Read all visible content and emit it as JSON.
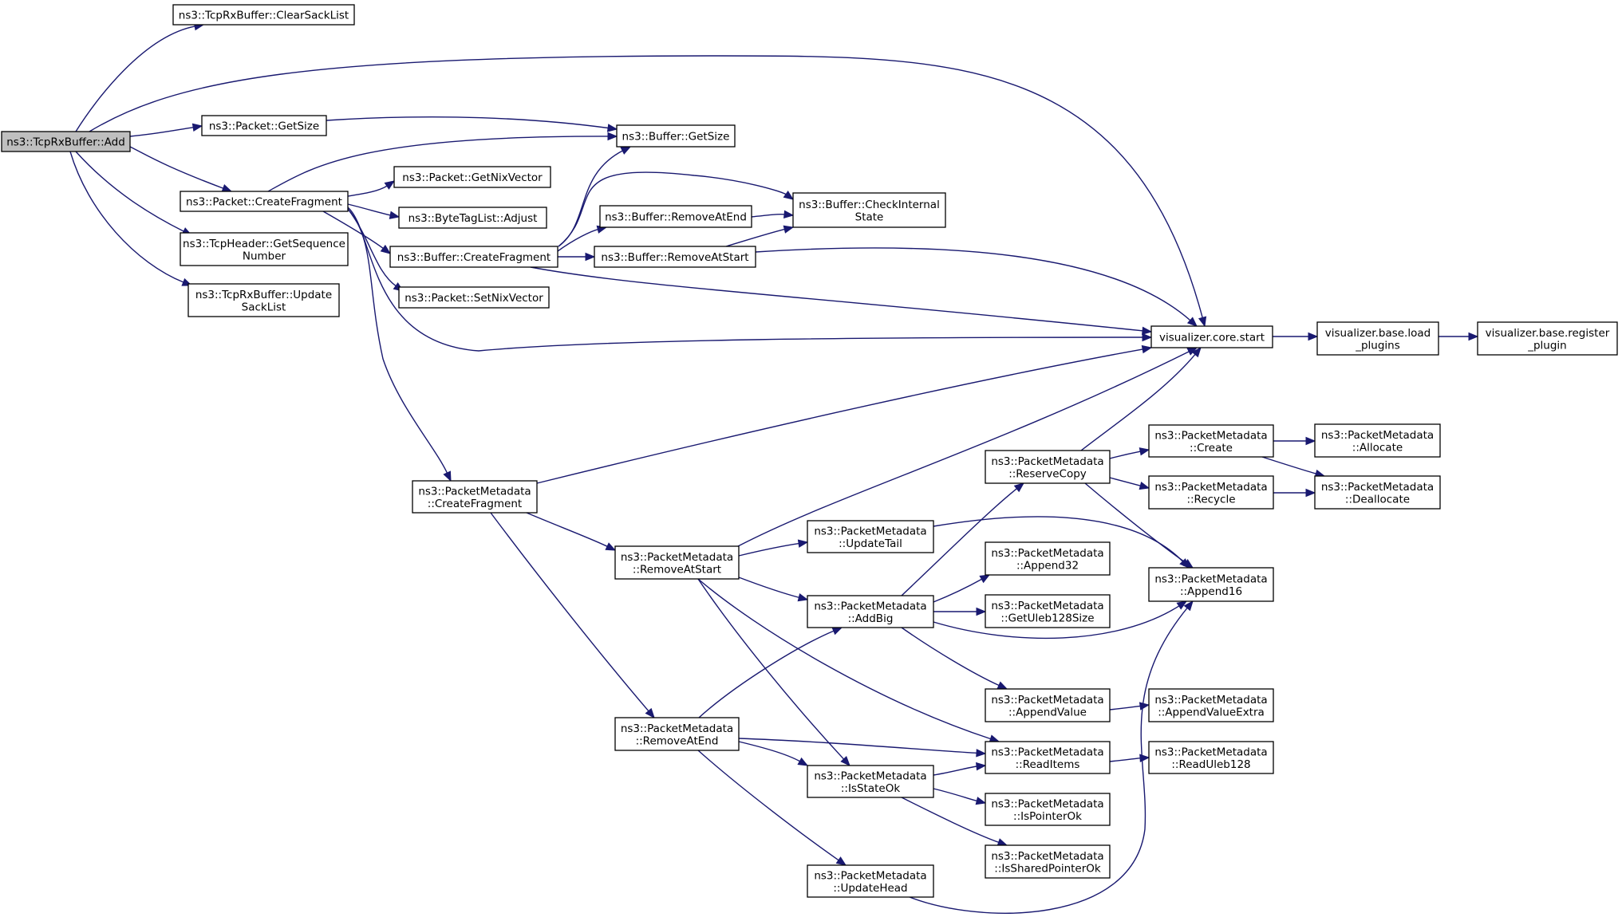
{
  "diagram": {
    "type": "call-graph",
    "edge_color": "#191970",
    "root_fill": "#bfbfbf",
    "nodes": [
      {
        "id": "add",
        "lines": [
          "ns3::TcpRxBuffer::Add"
        ],
        "root": true
      },
      {
        "id": "clearsack",
        "lines": [
          "ns3::TcpRxBuffer::ClearSackList"
        ]
      },
      {
        "id": "pkt_getsize",
        "lines": [
          "ns3::Packet::GetSize"
        ]
      },
      {
        "id": "buf_getsize",
        "lines": [
          "ns3::Buffer::GetSize"
        ]
      },
      {
        "id": "pkt_createfrag",
        "lines": [
          "ns3::Packet::CreateFragment"
        ]
      },
      {
        "id": "tcph_getseq",
        "lines": [
          "ns3::TcpHeader::GetSequence",
          "Number"
        ]
      },
      {
        "id": "updsack",
        "lines": [
          "ns3::TcpRxBuffer::Update",
          "SackList"
        ]
      },
      {
        "id": "getnix",
        "lines": [
          "ns3::Packet::GetNixVector"
        ]
      },
      {
        "id": "btl_adjust",
        "lines": [
          "ns3::ByteTagList::Adjust"
        ]
      },
      {
        "id": "buf_createfrag",
        "lines": [
          "ns3::Buffer::CreateFragment"
        ]
      },
      {
        "id": "setnix",
        "lines": [
          "ns3::Packet::SetNixVector"
        ]
      },
      {
        "id": "buf_removeatend",
        "lines": [
          "ns3::Buffer::RemoveAtEnd"
        ]
      },
      {
        "id": "buf_removeatstart",
        "lines": [
          "ns3::Buffer::RemoveAtStart"
        ]
      },
      {
        "id": "buf_checkinternal",
        "lines": [
          "ns3::Buffer::CheckInternal",
          "State"
        ]
      },
      {
        "id": "vis_core_start",
        "lines": [
          "visualizer.core.start"
        ]
      },
      {
        "id": "vis_load_plugins",
        "lines": [
          "visualizer.base.load",
          "_plugins"
        ]
      },
      {
        "id": "vis_register_plugin",
        "lines": [
          "visualizer.base.register",
          "_plugin"
        ]
      },
      {
        "id": "pm_createfrag",
        "lines": [
          "ns3::PacketMetadata",
          "::CreateFragment"
        ]
      },
      {
        "id": "pm_removeatstart",
        "lines": [
          "ns3::PacketMetadata",
          "::RemoveAtStart"
        ]
      },
      {
        "id": "pm_removeatend",
        "lines": [
          "ns3::PacketMetadata",
          "::RemoveAtEnd"
        ]
      },
      {
        "id": "pm_updatetail",
        "lines": [
          "ns3::PacketMetadata",
          "::UpdateTail"
        ]
      },
      {
        "id": "pm_addbig",
        "lines": [
          "ns3::PacketMetadata",
          "::AddBig"
        ]
      },
      {
        "id": "pm_isstateok",
        "lines": [
          "ns3::PacketMetadata",
          "::IsStateOk"
        ]
      },
      {
        "id": "pm_updatehead",
        "lines": [
          "ns3::PacketMetadata",
          "::UpdateHead"
        ]
      },
      {
        "id": "pm_reservecopy",
        "lines": [
          "ns3::PacketMetadata",
          "::ReserveCopy"
        ]
      },
      {
        "id": "pm_append32",
        "lines": [
          "ns3::PacketMetadata",
          "::Append32"
        ]
      },
      {
        "id": "pm_getuleb",
        "lines": [
          "ns3::PacketMetadata",
          "::GetUleb128Size"
        ]
      },
      {
        "id": "pm_appendvalue",
        "lines": [
          "ns3::PacketMetadata",
          "::AppendValue"
        ]
      },
      {
        "id": "pm_readitems",
        "lines": [
          "ns3::PacketMetadata",
          "::ReadItems"
        ]
      },
      {
        "id": "pm_ispointerok",
        "lines": [
          "ns3::PacketMetadata",
          "::IsPointerOk"
        ]
      },
      {
        "id": "pm_issharedptrok",
        "lines": [
          "ns3::PacketMetadata",
          "::IsSharedPointerOk"
        ]
      },
      {
        "id": "pm_create",
        "lines": [
          "ns3::PacketMetadata",
          "::Create"
        ]
      },
      {
        "id": "pm_recycle",
        "lines": [
          "ns3::PacketMetadata",
          "::Recycle"
        ]
      },
      {
        "id": "pm_append16",
        "lines": [
          "ns3::PacketMetadata",
          "::Append16"
        ]
      },
      {
        "id": "pm_allocate",
        "lines": [
          "ns3::PacketMetadata",
          "::Allocate"
        ]
      },
      {
        "id": "pm_deallocate",
        "lines": [
          "ns3::PacketMetadata",
          "::Deallocate"
        ]
      },
      {
        "id": "pm_appendvalueextra",
        "lines": [
          "ns3::PacketMetadata",
          "::AppendValueExtra"
        ]
      },
      {
        "id": "pm_readuleb",
        "lines": [
          "ns3::PacketMetadata",
          "::ReadUleb128"
        ]
      }
    ],
    "edges": [
      [
        "add",
        "clearsack"
      ],
      [
        "add",
        "vis_core_start"
      ],
      [
        "add",
        "pkt_getsize"
      ],
      [
        "add",
        "pkt_createfrag"
      ],
      [
        "add",
        "tcph_getseq"
      ],
      [
        "add",
        "updsack"
      ],
      [
        "pkt_getsize",
        "buf_getsize"
      ],
      [
        "pkt_createfrag",
        "buf_getsize"
      ],
      [
        "pkt_createfrag",
        "getnix"
      ],
      [
        "pkt_createfrag",
        "btl_adjust"
      ],
      [
        "pkt_createfrag",
        "buf_createfrag"
      ],
      [
        "pkt_createfrag",
        "setnix"
      ],
      [
        "pkt_createfrag",
        "vis_core_start"
      ],
      [
        "pkt_createfrag",
        "pm_createfrag"
      ],
      [
        "buf_createfrag",
        "buf_getsize"
      ],
      [
        "buf_createfrag",
        "buf_checkinternal"
      ],
      [
        "buf_createfrag",
        "buf_removeatend"
      ],
      [
        "buf_createfrag",
        "buf_removeatstart"
      ],
      [
        "buf_createfrag",
        "vis_core_start"
      ],
      [
        "buf_removeatend",
        "buf_checkinternal"
      ],
      [
        "buf_removeatstart",
        "buf_checkinternal"
      ],
      [
        "buf_removeatstart",
        "vis_core_start"
      ],
      [
        "vis_core_start",
        "vis_load_plugins"
      ],
      [
        "vis_load_plugins",
        "vis_register_plugin"
      ],
      [
        "pm_createfrag",
        "vis_core_start"
      ],
      [
        "pm_createfrag",
        "pm_removeatstart"
      ],
      [
        "pm_createfrag",
        "pm_removeatend"
      ],
      [
        "pm_removeatstart",
        "vis_core_start"
      ],
      [
        "pm_removeatstart",
        "pm_updatetail"
      ],
      [
        "pm_removeatstart",
        "pm_addbig"
      ],
      [
        "pm_removeatstart",
        "pm_isstateok"
      ],
      [
        "pm_removeatstart",
        "pm_readitems"
      ],
      [
        "pm_removeatend",
        "pm_addbig"
      ],
      [
        "pm_removeatend",
        "pm_isstateok"
      ],
      [
        "pm_removeatend",
        "pm_readitems"
      ],
      [
        "pm_removeatend",
        "pm_updatehead"
      ],
      [
        "pm_updatetail",
        "pm_append16"
      ],
      [
        "pm_addbig",
        "pm_reservecopy"
      ],
      [
        "pm_addbig",
        "pm_append32"
      ],
      [
        "pm_addbig",
        "pm_getuleb"
      ],
      [
        "pm_addbig",
        "pm_append16"
      ],
      [
        "pm_addbig",
        "pm_appendvalue"
      ],
      [
        "pm_isstateok",
        "pm_readitems"
      ],
      [
        "pm_isstateok",
        "pm_ispointerok"
      ],
      [
        "pm_isstateok",
        "pm_issharedptrok"
      ],
      [
        "pm_updatehead",
        "pm_append16"
      ],
      [
        "pm_reservecopy",
        "vis_core_start"
      ],
      [
        "pm_reservecopy",
        "pm_create"
      ],
      [
        "pm_reservecopy",
        "pm_recycle"
      ],
      [
        "pm_reservecopy",
        "pm_append16"
      ],
      [
        "pm_create",
        "pm_allocate"
      ],
      [
        "pm_create",
        "pm_deallocate"
      ],
      [
        "pm_recycle",
        "pm_deallocate"
      ],
      [
        "pm_appendvalue",
        "pm_appendvalueextra"
      ],
      [
        "pm_readitems",
        "pm_readuleb"
      ]
    ]
  }
}
